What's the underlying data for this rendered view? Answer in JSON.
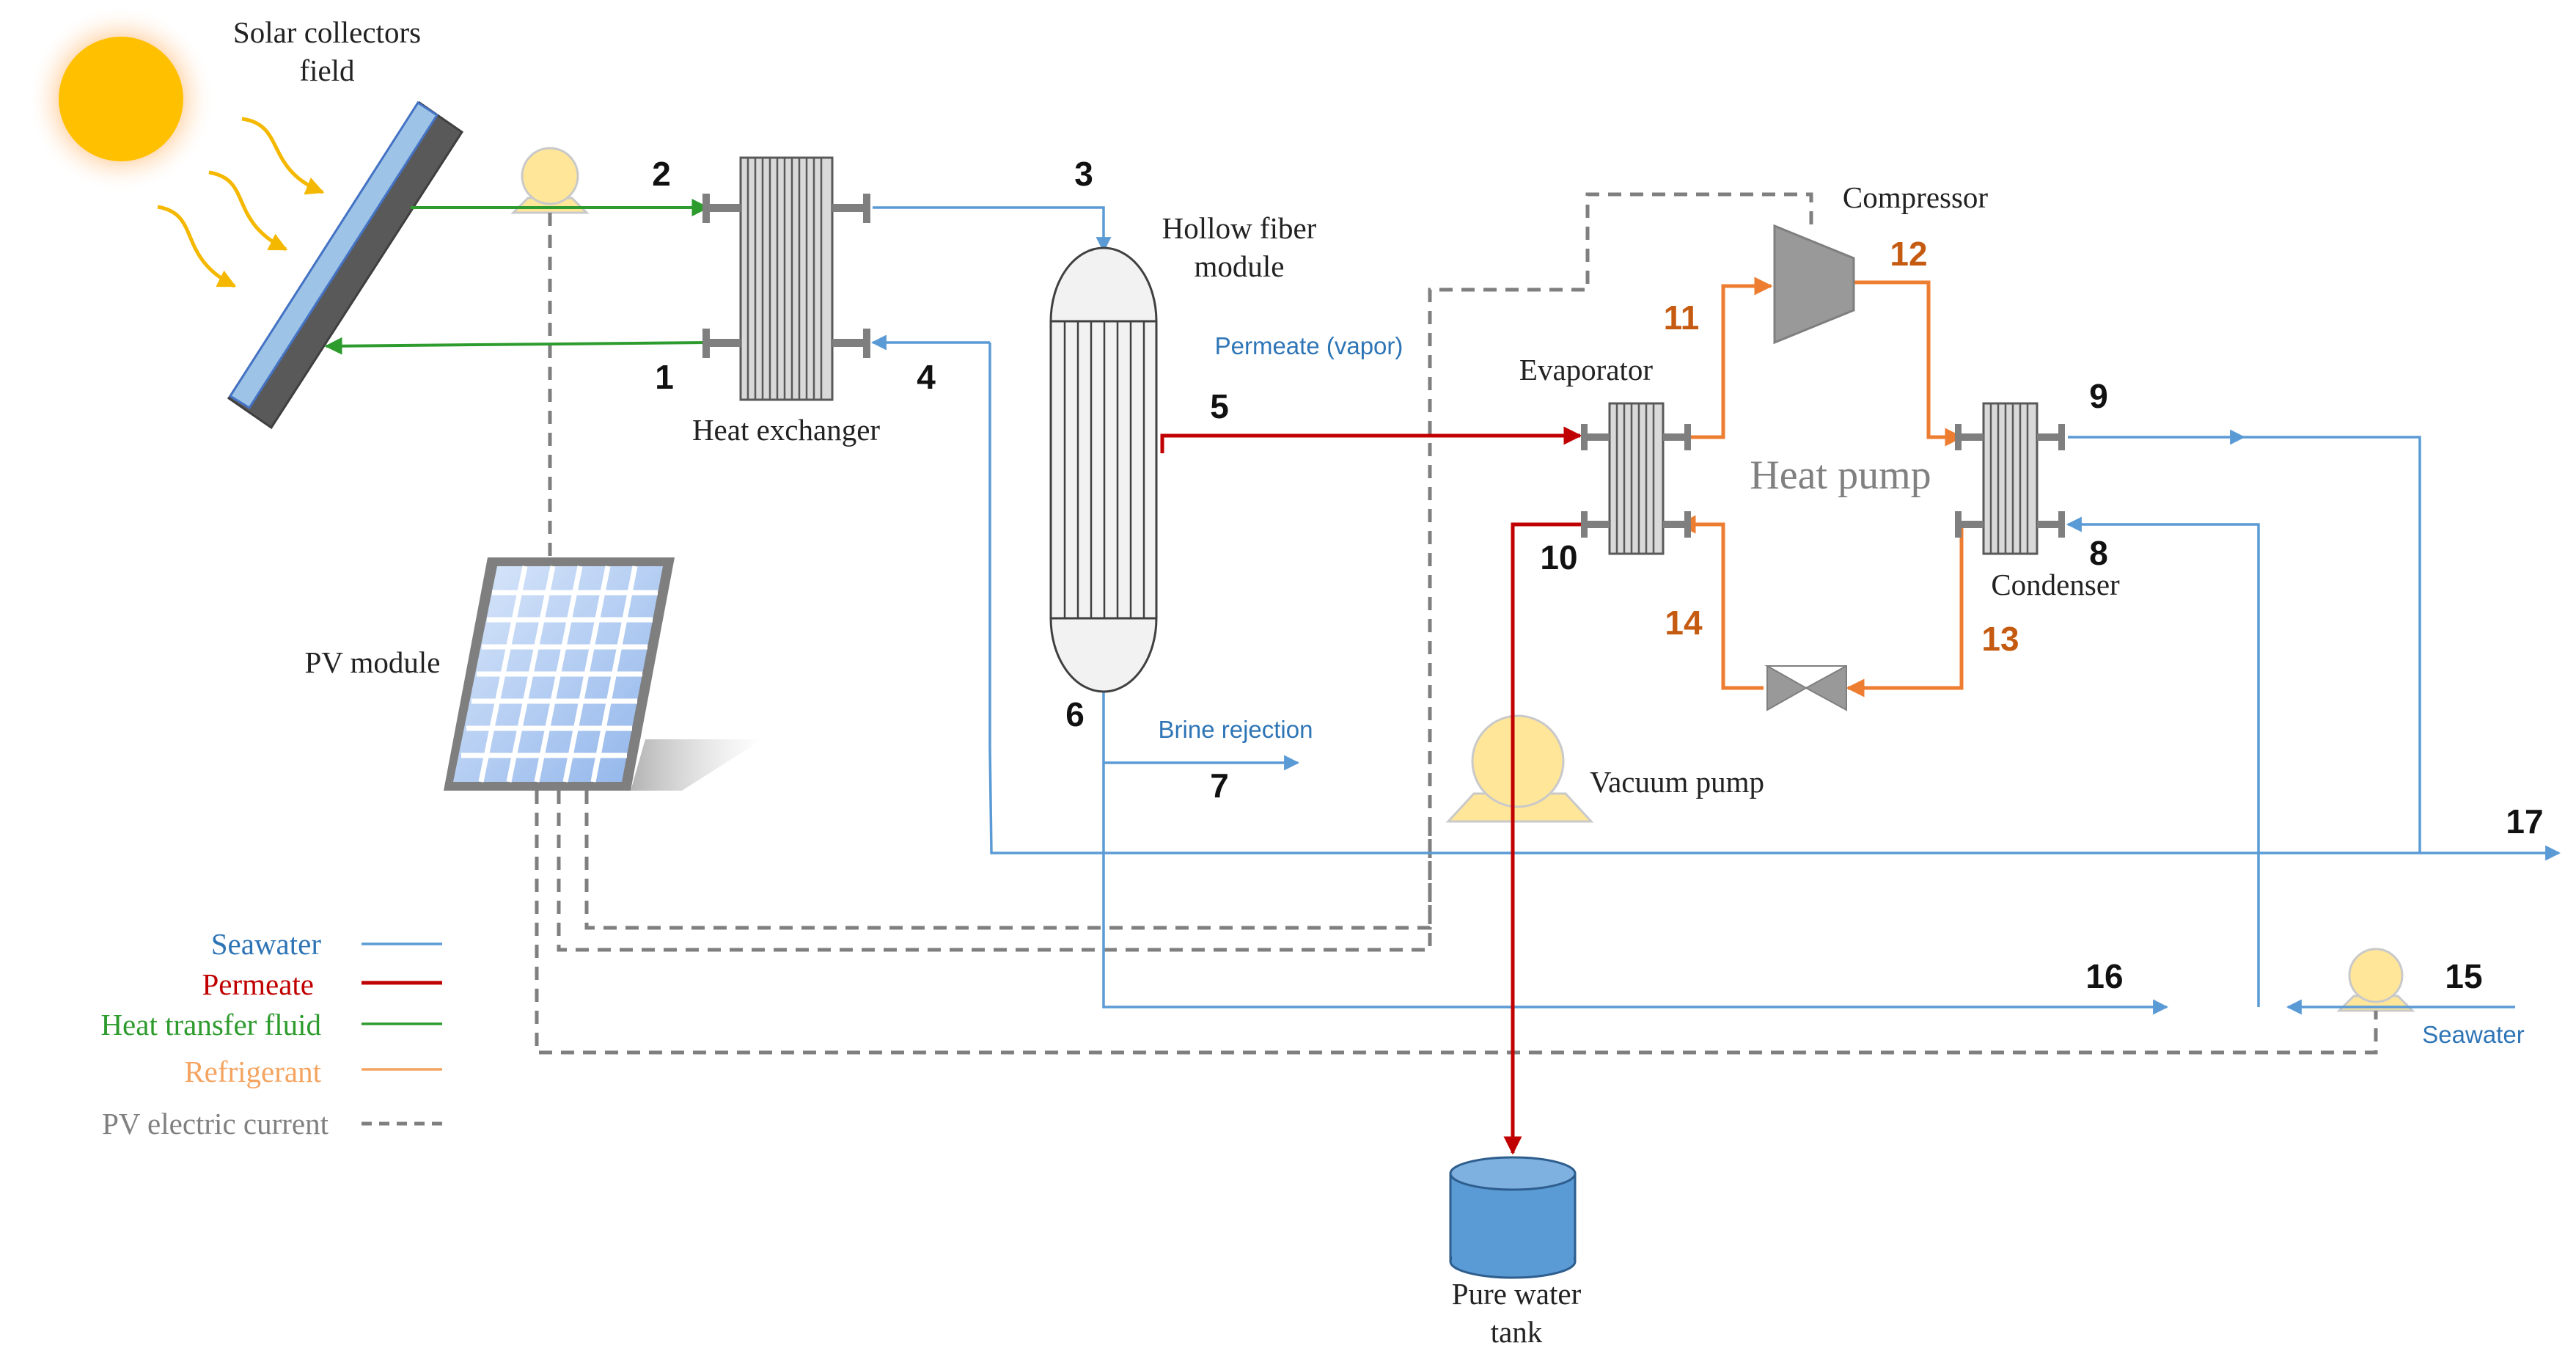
{
  "colors": {
    "seawater": "#5b9bd5",
    "permeate": "#c00000",
    "heat_transfer_fluid": "#2e9b2e",
    "refrigerant": "#ed7d31",
    "pv_current": "#7f7f7f",
    "refrigerant_text": "#c55a11",
    "legend_seawater": "#2e75b6",
    "legend_permeate": "#c00000",
    "legend_htf": "#2e9b2e",
    "legend_refrigerant": "#f4a460",
    "legend_pv": "#808080"
  },
  "labels": {
    "solar_field_line1": "Solar collectors",
    "solar_field_line2": "field",
    "heat_exchanger": "Heat exchanger",
    "hollow_fiber_line1": "Hollow fiber",
    "hollow_fiber_line2": "module",
    "permeate_vapor": "Permeate (vapor)",
    "brine_rejection": "Brine rejection",
    "pv_module": "PV module",
    "compressor": "Compressor",
    "evaporator": "Evaporator",
    "heat_pump": "Heat pump",
    "condenser": "Condenser",
    "vacuum_pump": "Vacuum pump",
    "pure_water_line1": "Pure water",
    "pure_water_line2": "tank",
    "seawater_inlet": "Seawater"
  },
  "stream_numbers": {
    "n1": "1",
    "n2": "2",
    "n3": "3",
    "n4": "4",
    "n5": "5",
    "n6": "6",
    "n7": "7",
    "n8": "8",
    "n9": "9",
    "n10": "10",
    "n11": "11",
    "n12": "12",
    "n13": "13",
    "n14": "14",
    "n15": "15",
    "n16": "16",
    "n17": "17"
  },
  "legend": [
    {
      "label": "Seawater",
      "style": "seawater"
    },
    {
      "label": "Permeate",
      "style": "permeate"
    },
    {
      "label": "Heat transfer  fluid",
      "style": "heat_transfer_fluid"
    },
    {
      "label": "Refrigerant",
      "style": "refrigerant"
    },
    {
      "label": "PV electric current",
      "style": "pv_current"
    }
  ]
}
